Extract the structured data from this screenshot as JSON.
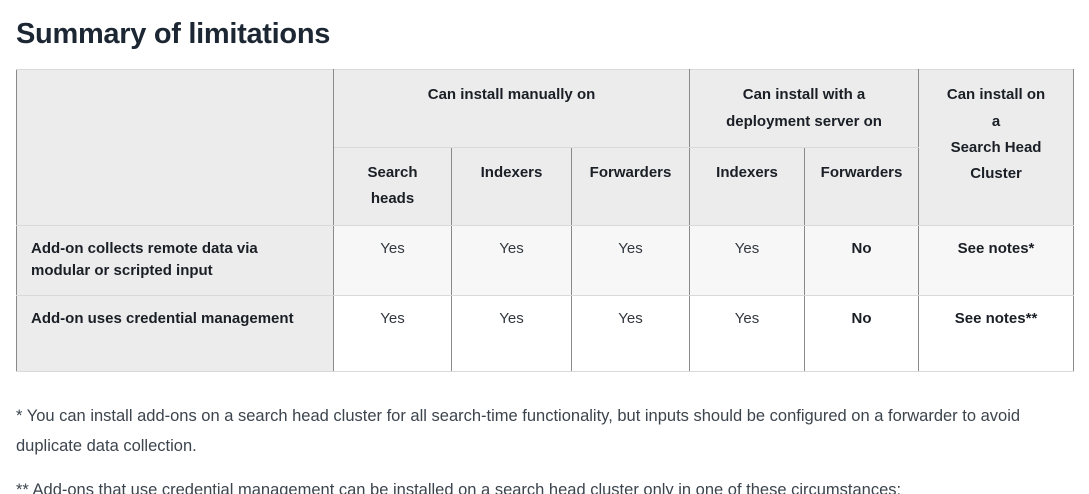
{
  "heading": "Summary of limitations",
  "table": {
    "corner_label": "",
    "col_groups": [
      {
        "label": "Can install manually on"
      },
      {
        "label": "Can install with a\ndeployment server on"
      }
    ],
    "shc_header": "Can install on\na\nSearch Head\nCluster",
    "subheaders": [
      "Search\nheads",
      "Indexers",
      "Forwarders",
      "Indexers",
      "Forwarders"
    ],
    "rows": [
      {
        "label": "Add-on collects remote data via modular or scripted input",
        "cells": [
          "Yes",
          "Yes",
          "Yes",
          "Yes",
          "No",
          "See notes*"
        ]
      },
      {
        "label": "Add-on uses credential management",
        "cells": [
          "Yes",
          "Yes",
          "Yes",
          "Yes",
          "No",
          "See notes**"
        ]
      }
    ]
  },
  "footnotes": [
    "* You can install add-ons on a search head cluster for all search-time functionality, but inputs should be configured on a forwarder to avoid duplicate data collection.",
    "** Add-ons that use credential management can be installed on a search head cluster only in one of these circumstances:"
  ],
  "colors": {
    "heading": "#1c2733",
    "header_bg": "#ececec",
    "row_stripe_bg": "#f7f7f7",
    "vertical_border": "#8a8a8a",
    "horizontal_border": "#d9d9d9"
  }
}
